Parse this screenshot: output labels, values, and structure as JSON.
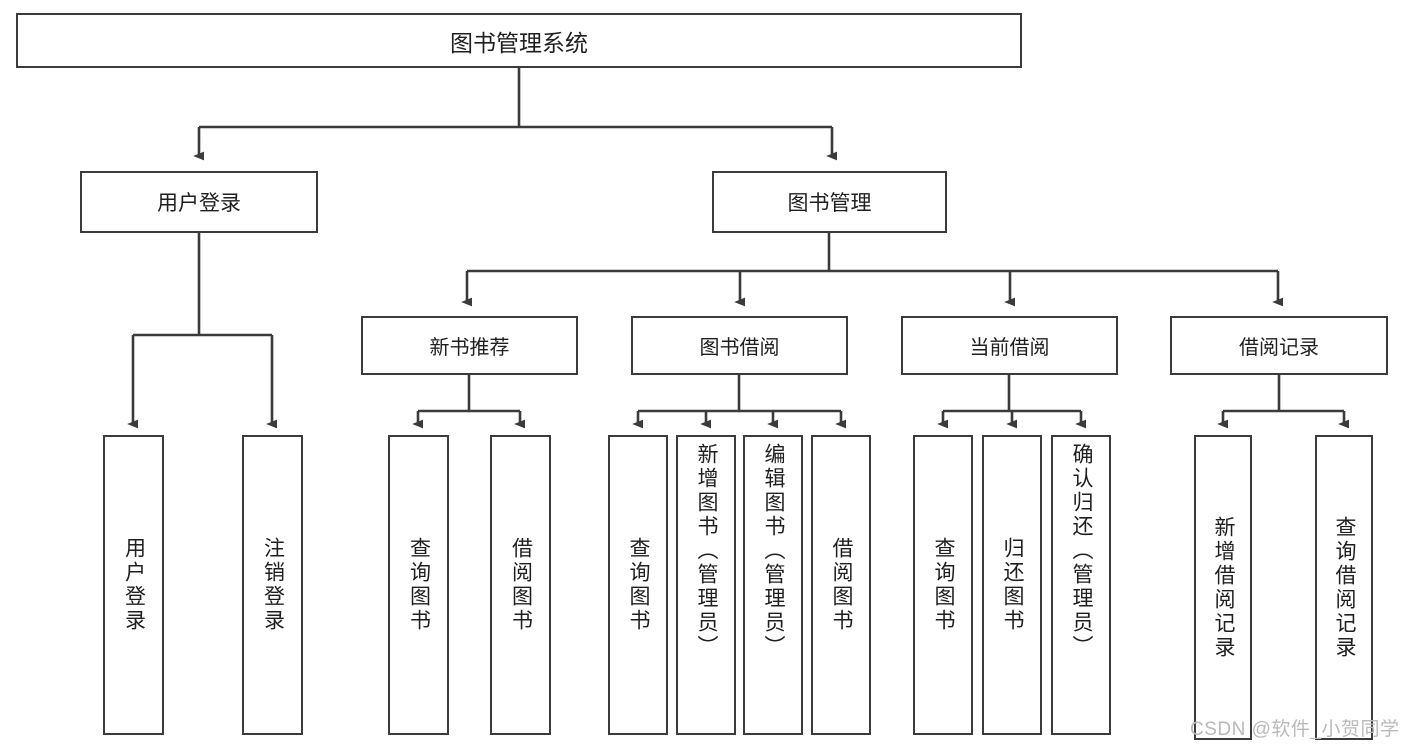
{
  "diagram": {
    "title": "图书管理系统",
    "type": "function-hierarchy-tree",
    "root": {
      "label": "图书管理系统"
    },
    "level1": [
      {
        "label": "用户登录"
      },
      {
        "label": "图书管理"
      }
    ],
    "level2": [
      {
        "label": "新书推荐"
      },
      {
        "label": "图书借阅"
      },
      {
        "label": "当前借阅"
      },
      {
        "label": "借阅记录"
      }
    ],
    "leaves": {
      "user_login": [
        {
          "label": "用户登录"
        },
        {
          "label": "注销登录"
        }
      ],
      "new_book_recommend": [
        {
          "label": "查询图书"
        },
        {
          "label": "借阅图书"
        }
      ],
      "book_borrow": [
        {
          "label": "查询图书"
        },
        {
          "label": "新增图书（管理员）"
        },
        {
          "label": "编辑图书（管理员）"
        },
        {
          "label": "借阅图书"
        }
      ],
      "current_borrow": [
        {
          "label": "查询图书"
        },
        {
          "label": "归还图书"
        },
        {
          "label": "确认归还（管理员）"
        }
      ],
      "borrow_records": [
        {
          "label": "新增借阅记录"
        },
        {
          "label": "查询借阅记录"
        }
      ]
    }
  },
  "watermark": {
    "text": "CSDN @软件_小贺同学"
  },
  "colors": {
    "stroke": "#3b3b3b",
    "box_fill": "#ffffff",
    "text": "#1f1f1f",
    "watermark": "#b9b9b9",
    "background": "#ffffff"
  }
}
